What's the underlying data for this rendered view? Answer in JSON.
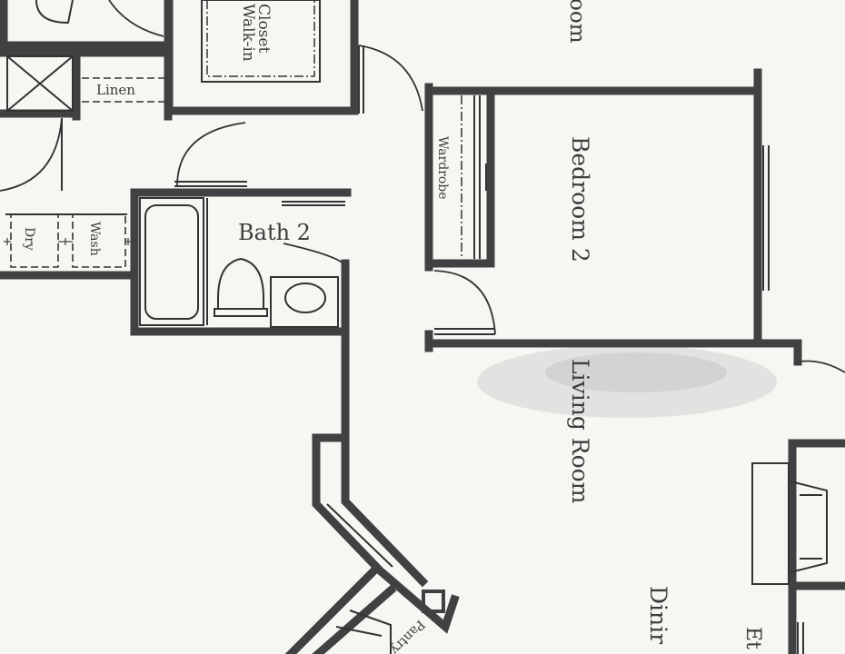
{
  "rooms": {
    "walk_in_closet_line1": "Walk-in",
    "walk_in_closet_line2": "Closet",
    "room_top": "oom",
    "linen": "Linen",
    "wardrobe": "Wardrobe",
    "bedroom_2": "Bedroom 2",
    "bath_2": "Bath 2",
    "dry": "Dry",
    "wash": "Wash",
    "living_room": "Living Room",
    "dining": "Dinir",
    "entry": "Et",
    "pantry": "Pantry"
  },
  "colors": {
    "paper": "#f6f6f3",
    "wall": "#3f4142",
    "ink": "#3c3c3c"
  }
}
